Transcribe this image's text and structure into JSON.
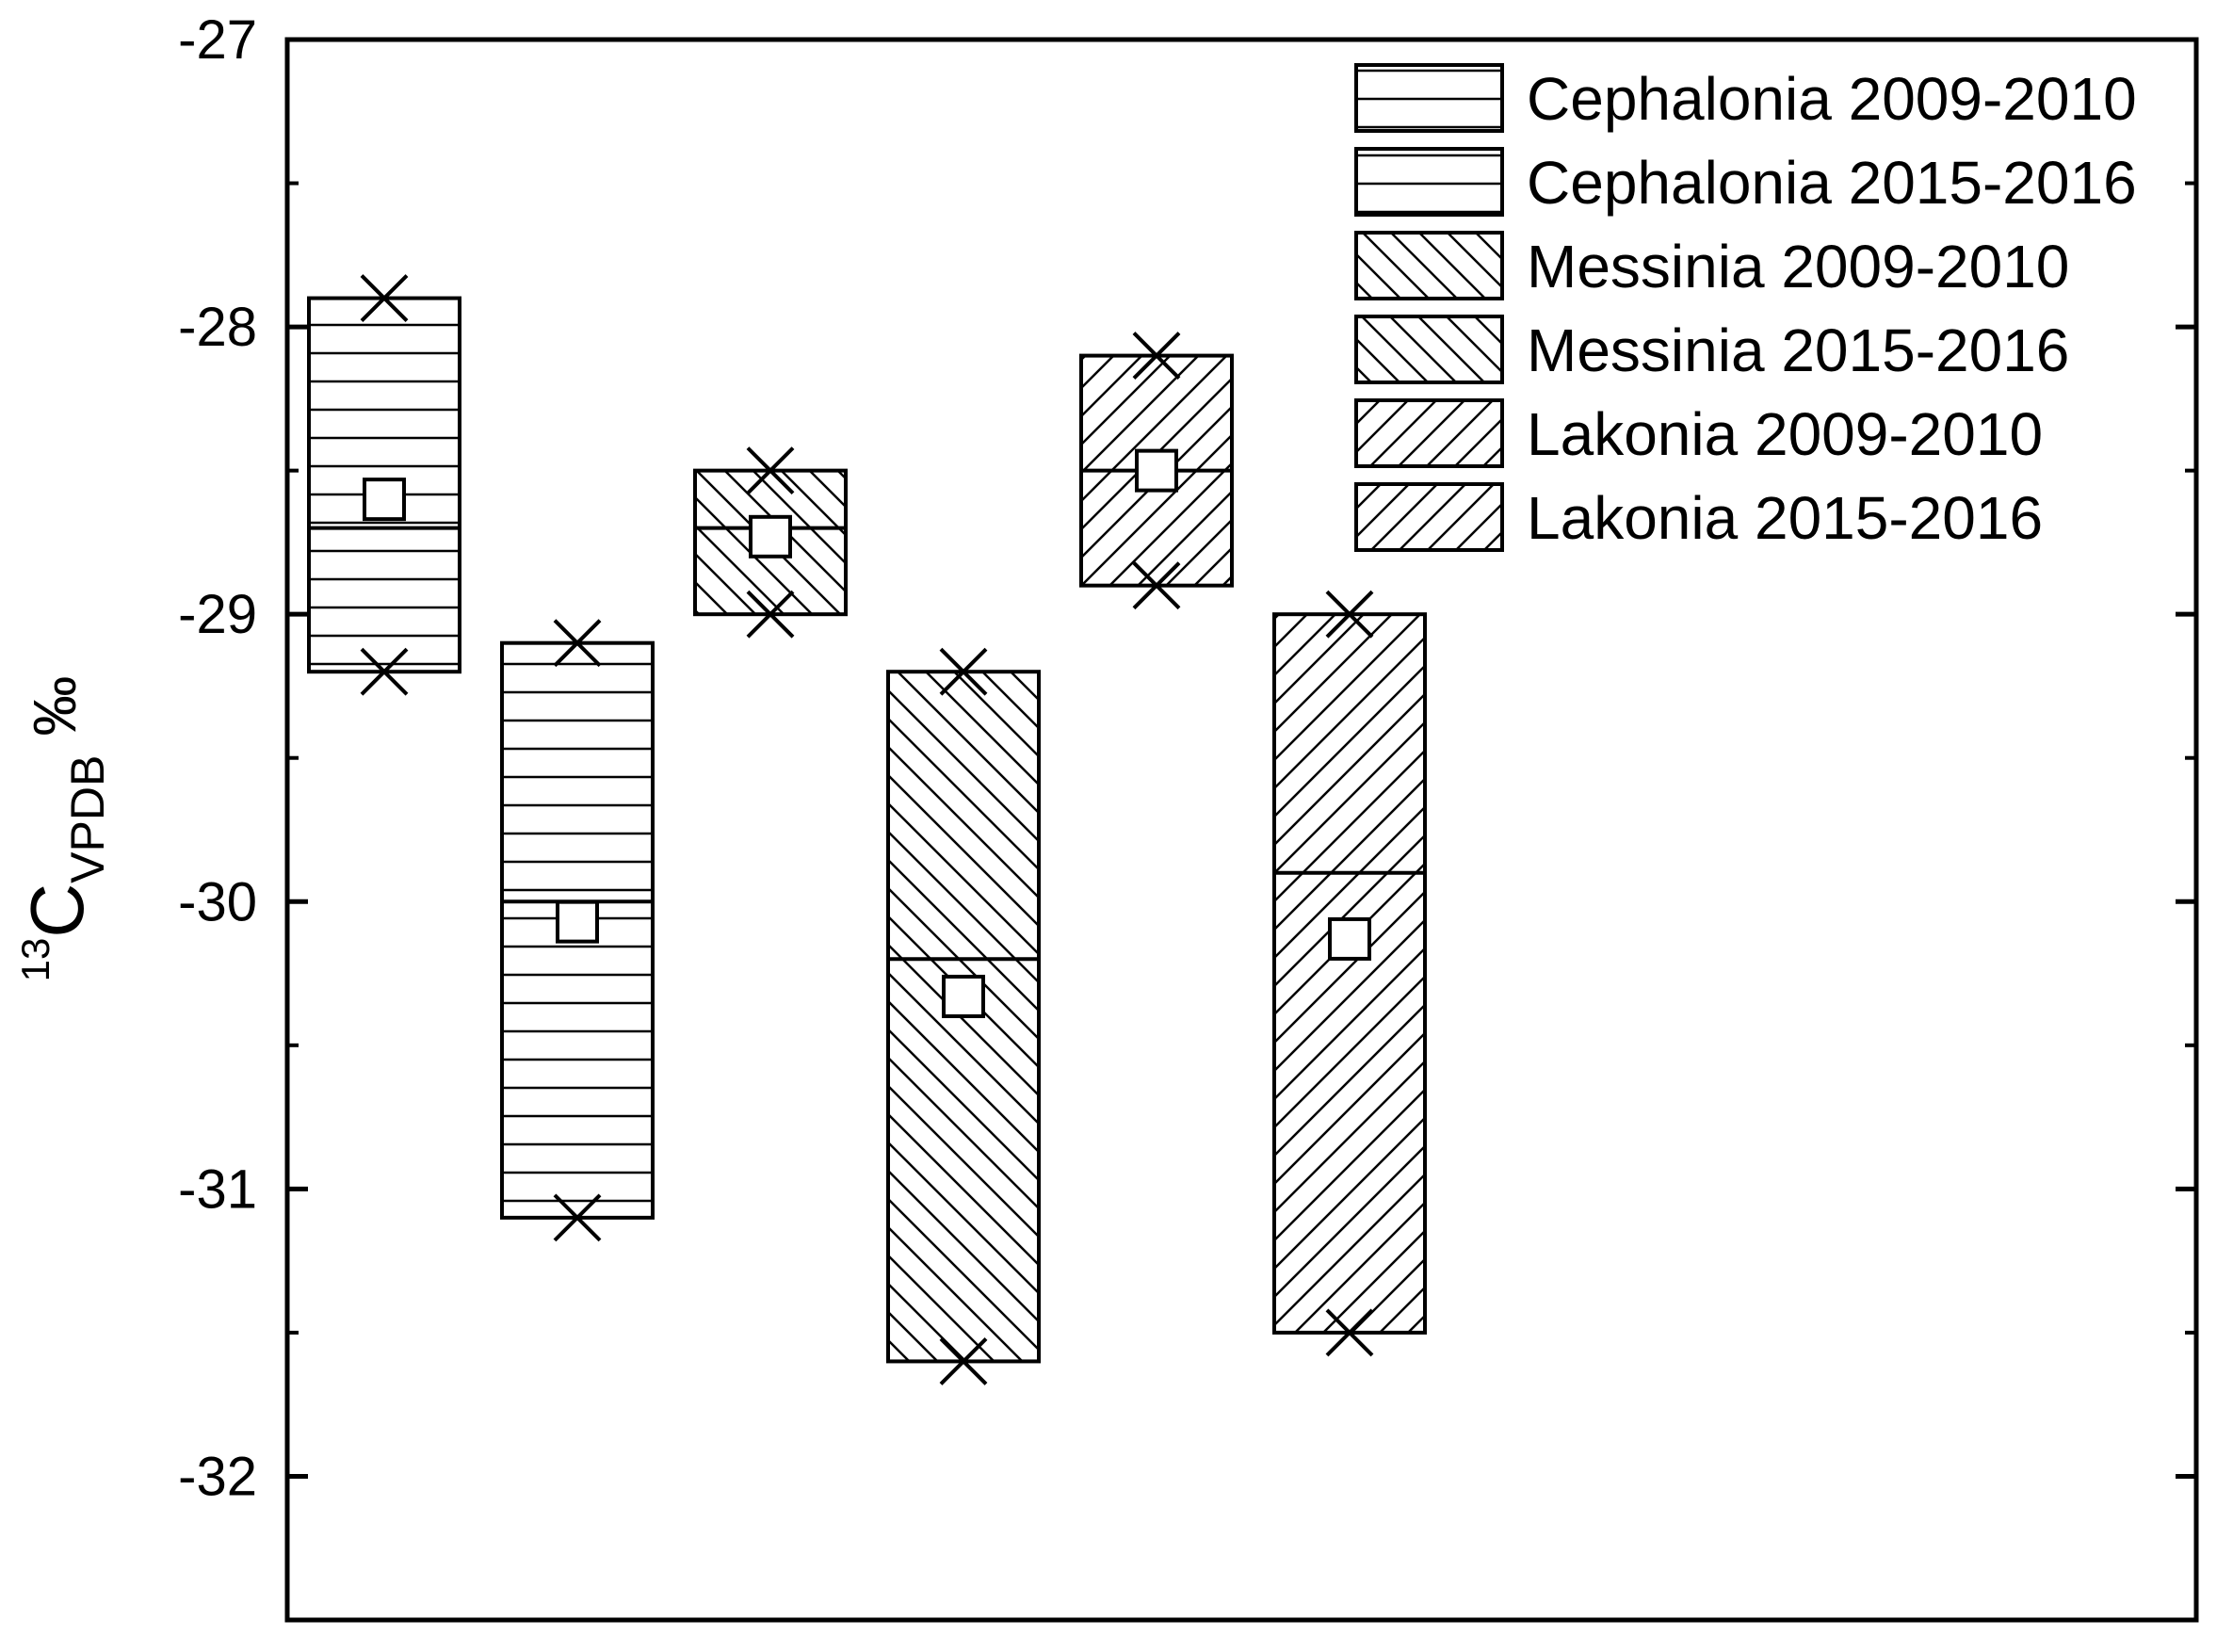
{
  "chart_data": {
    "type": "box",
    "ylabel_parts": {
      "sup": "13",
      "main": "C",
      "sub": "VPDB",
      "unit": "‰"
    },
    "ylim": [
      -32.5,
      -27
    ],
    "yticks": [
      -27,
      -28,
      -29,
      -30,
      -31,
      -32
    ],
    "ytick_labels": [
      "-27",
      "-28",
      "-29",
      "-30",
      "-31",
      "-32"
    ],
    "grid": false,
    "legend_position": "top-right",
    "series": [
      {
        "name": "Cephalonia 2009-2010",
        "pattern": "horizontal",
        "q1": -29.2,
        "q3": -27.9,
        "median": -28.7,
        "mean": -28.6,
        "min": -29.2,
        "max": -27.9
      },
      {
        "name": "Cephalonia 2015-2016",
        "pattern": "horizontal",
        "q1": -31.1,
        "q3": -29.1,
        "median": -30.0,
        "mean": -30.07,
        "min": -31.1,
        "max": -29.1
      },
      {
        "name": "Messinia 2009-2010",
        "pattern": "back-diagonal",
        "q1": -29.0,
        "q3": -28.5,
        "median": -28.7,
        "mean": -28.73,
        "min": -29.0,
        "max": -28.5
      },
      {
        "name": "Messinia 2015-2016",
        "pattern": "back-diagonal",
        "q1": -31.6,
        "q3": -29.2,
        "median": -30.2,
        "mean": -30.33,
        "min": -31.6,
        "max": -29.2
      },
      {
        "name": "Lakonia 2009-2010",
        "pattern": "forward-diagonal",
        "q1": -28.9,
        "q3": -28.1,
        "median": -28.5,
        "mean": -28.5,
        "min": -28.9,
        "max": -28.1
      },
      {
        "name": "Lakonia 2015-2016",
        "pattern": "forward-diagonal",
        "q1": -31.5,
        "q3": -29.0,
        "median": -29.9,
        "mean": -30.13,
        "min": -31.5,
        "max": -29.0
      }
    ]
  }
}
